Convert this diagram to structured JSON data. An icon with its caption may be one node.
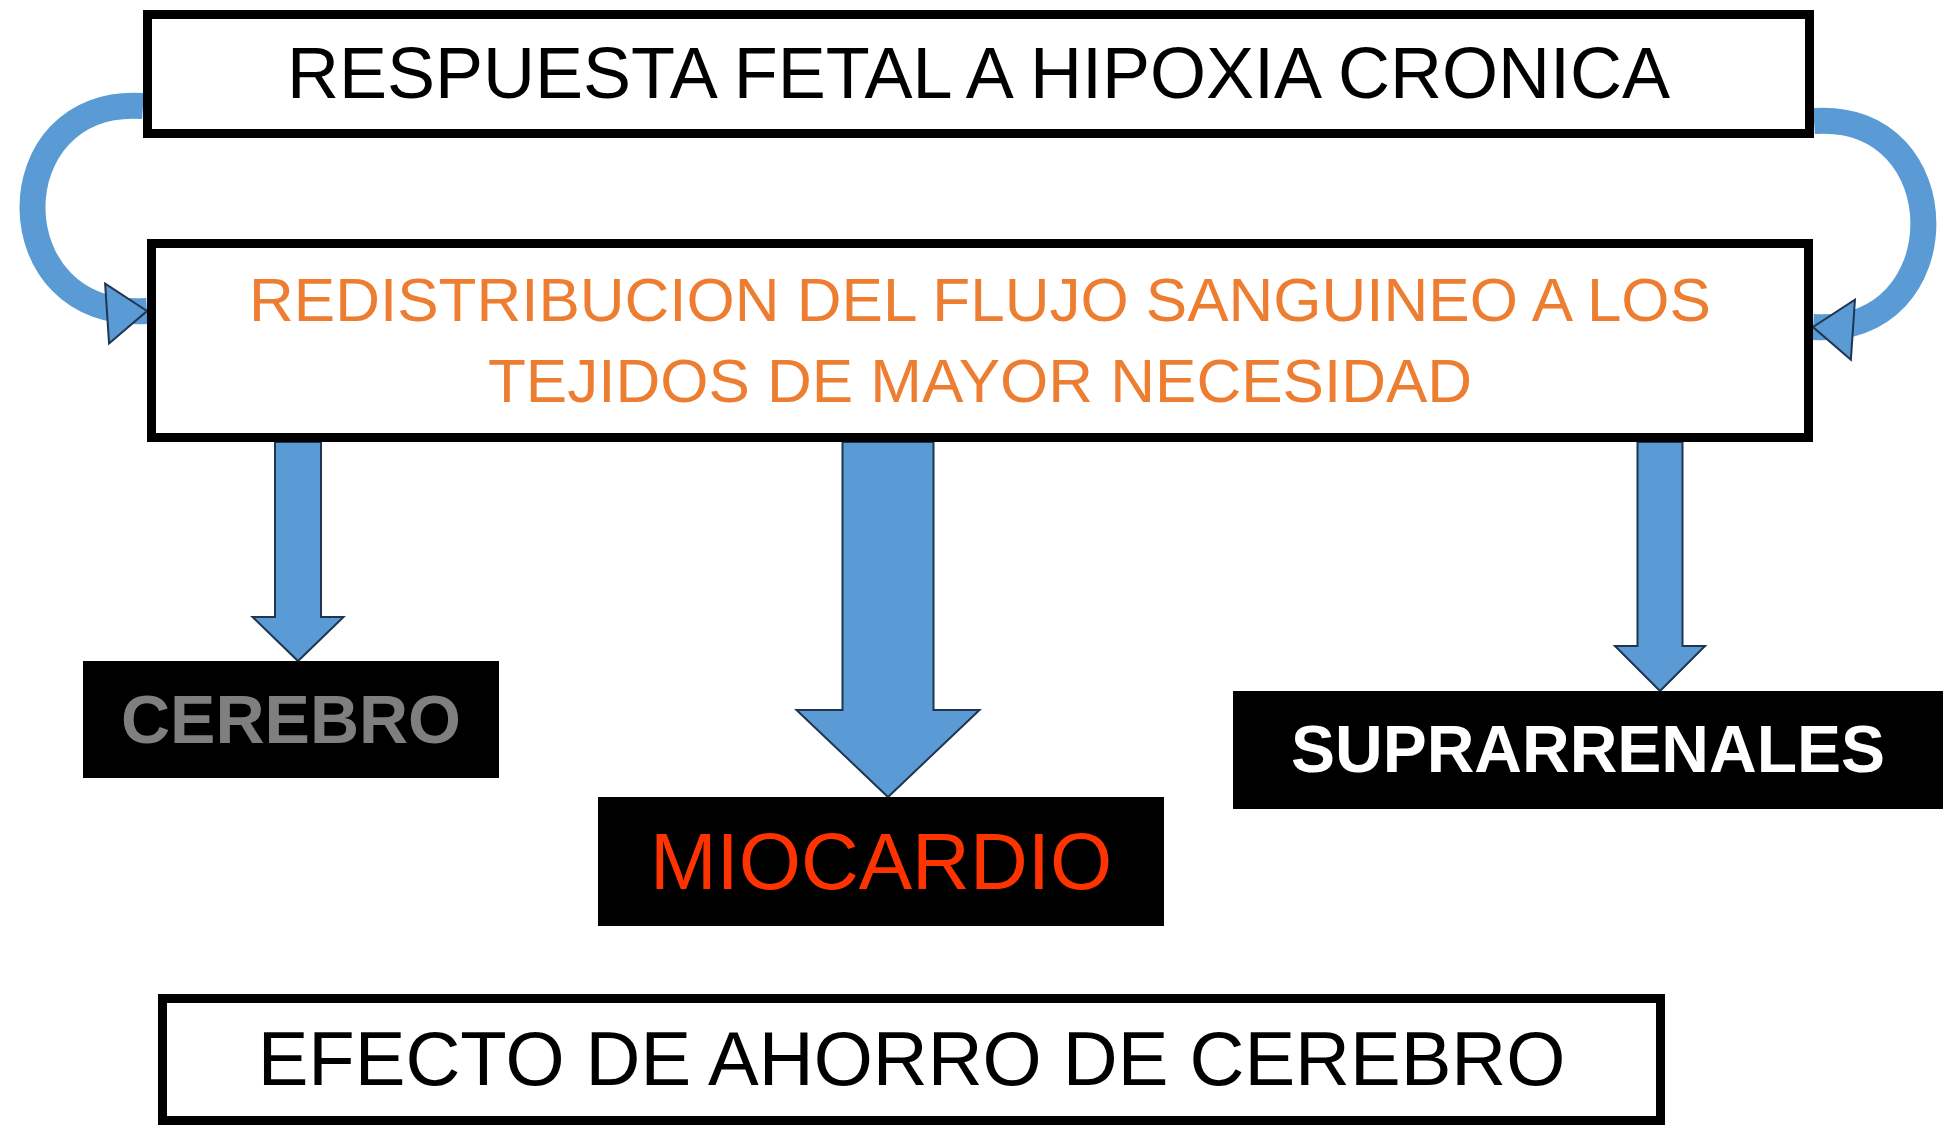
{
  "diagram": {
    "nodes": [
      {
        "text": [
          "RESPUESTA FETAL A HIPOXIA CRONICA"
        ]
      },
      {
        "text": [
          "REDISTRIBUCION DEL FLUJO SANGUINEO A LOS TEJIDOS DE MAYOR NECESIDAD"
        ]
      },
      {
        "text": [
          "CEREBRO"
        ]
      },
      {
        "text": [
          "MIOCARDIO"
        ]
      },
      {
        "text": [
          "SUPRARRENALES"
        ]
      },
      {
        "text": [
          "EFECTO DE AHORRO DE CEREBRO"
        ]
      }
    ],
    "edges": [
      {
        "from": 0,
        "to": 1,
        "arrow": "to"
      },
      {
        "from": 0,
        "to": 1,
        "arrow": "to"
      },
      {
        "from": 1,
        "to": 2,
        "arrow": "to"
      },
      {
        "from": 1,
        "to": 3,
        "arrow": "to",
        "style": "thick"
      },
      {
        "from": 1,
        "to": 4,
        "arrow": "to"
      }
    ]
  }
}
